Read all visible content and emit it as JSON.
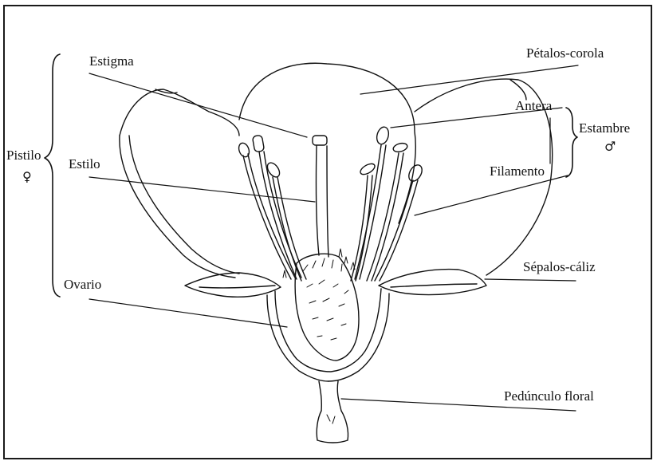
{
  "labels": {
    "estigma": "Estigma",
    "estilo": "Estilo",
    "ovario": "Ovario",
    "pistilo": "Pistilo",
    "pistilo_symbol": "♀",
    "petalos": "Pétalos-corola",
    "antera": "Antera",
    "estambre": "Estambre",
    "estambre_symbol": "♂",
    "filamento": "Filamento",
    "sepalos": "Sépalos-cáliz",
    "pedunculo": "Pedúnculo floral"
  },
  "colors": {
    "ink": "#111111",
    "paper": "#ffffff"
  }
}
